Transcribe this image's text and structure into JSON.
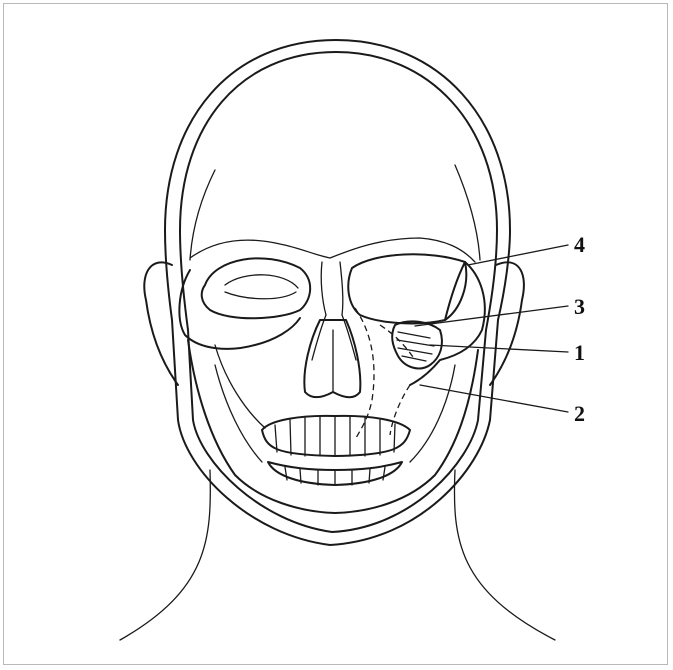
{
  "callouts": [
    {
      "id": "1",
      "label": "1"
    },
    {
      "id": "2",
      "label": "2"
    },
    {
      "id": "3",
      "label": "3"
    },
    {
      "id": "4",
      "label": "4"
    }
  ],
  "colors": {
    "ink": "#1a1a1a",
    "frame": "#b8b8b8",
    "background": "#ffffff"
  }
}
